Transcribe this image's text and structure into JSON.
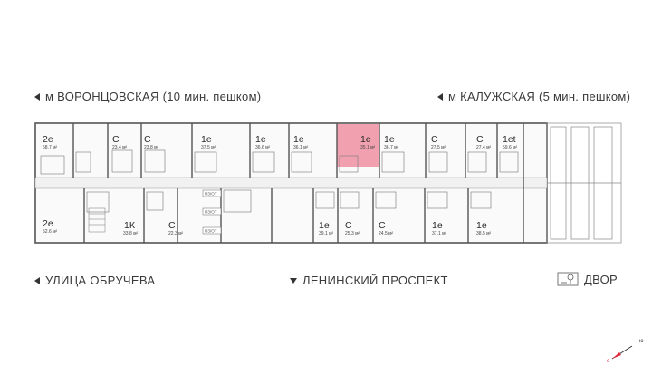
{
  "metro": {
    "left": "м ВОРОНЦОВСКАЯ  (10 мин. пешком)",
    "right": "м КАЛУЖСКАЯ (5 мин. пешком)"
  },
  "streets": {
    "left": "УЛИЦА ОБРУЧЕВА",
    "center": "ЛЕНИНСКИЙ ПРОСПЕКТ",
    "right": "ДВОР"
  },
  "icons": {
    "yard": "tree-bench-icon",
    "compass": "compass-icon"
  },
  "compass": {
    "north": "с",
    "south": "ю"
  },
  "colors": {
    "highlight": "#f0a0ae",
    "walls": "#555555"
  },
  "utility_tags": [
    "ПЗ/ОТ",
    "ПЗ/ОТ",
    "ПЗ/ОТ"
  ],
  "units_top": [
    {
      "type": "2е",
      "area": "58.7 м²"
    },
    {
      "type": "С",
      "area": "23.4 м²"
    },
    {
      "type": "С",
      "area": "23.8 м²"
    },
    {
      "type": "1е",
      "area": "37.5 м²"
    },
    {
      "type": "1е",
      "area": "36.6 м²"
    },
    {
      "type": "1е",
      "area": "36.1 м²"
    },
    {
      "type": "1е",
      "area": "35.1 м²",
      "selected": true
    },
    {
      "type": "1е",
      "area": "36.7 м²"
    },
    {
      "type": "С",
      "area": "27.5 м²"
    },
    {
      "type": "С",
      "area": "27.4 м²"
    },
    {
      "type": "1еt",
      "area": "59.6 м²"
    }
  ],
  "units_bottom": [
    {
      "type": "2е",
      "area": "52.6 м²"
    },
    {
      "type": "1К",
      "area": "33.8 м²"
    },
    {
      "type": "С",
      "area": "22.3 м²"
    },
    {
      "type": "1е",
      "area": "39.1 м²"
    },
    {
      "type": "С",
      "area": "25.3 м²"
    },
    {
      "type": "С",
      "area": "24.5 м²"
    },
    {
      "type": "1е",
      "area": "37.1 м²"
    },
    {
      "type": "1е",
      "area": "38.5 м²"
    }
  ]
}
